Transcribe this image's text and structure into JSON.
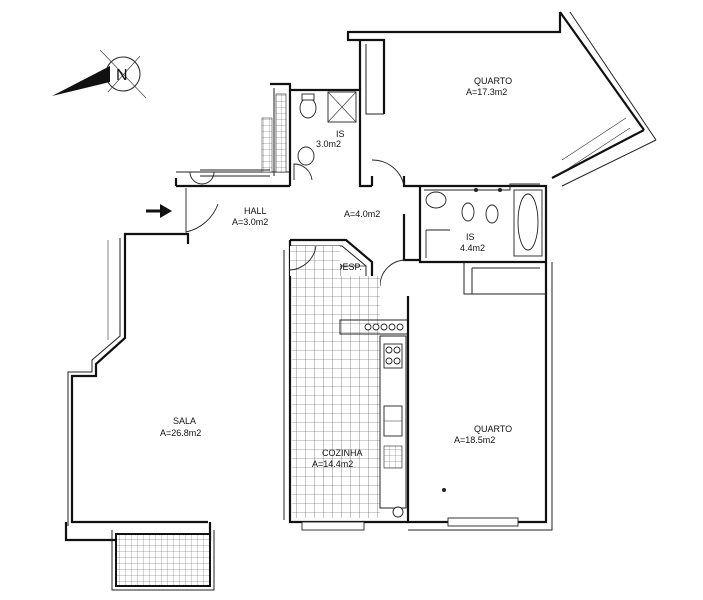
{
  "compass": {
    "letter": "N"
  },
  "rooms": {
    "quarto_top": {
      "name": "QUARTO",
      "area": "A=17.3m2"
    },
    "is_top": {
      "name": "IS",
      "area": "3.0m2"
    },
    "hall": {
      "name": "HALL",
      "area": "A=3.0m2"
    },
    "corridor": {
      "area": "A=4.0m2"
    },
    "is_right": {
      "name": "IS",
      "area": "4.4m2"
    },
    "desp": {
      "name": "DESP."
    },
    "sala": {
      "name": "SALA",
      "area": "A=26.8m2"
    },
    "cozinha": {
      "name": "COZINHA",
      "area": "A=14.4m2"
    },
    "quarto_right": {
      "name": "QUARTO",
      "area": "A=18.5m2"
    }
  }
}
